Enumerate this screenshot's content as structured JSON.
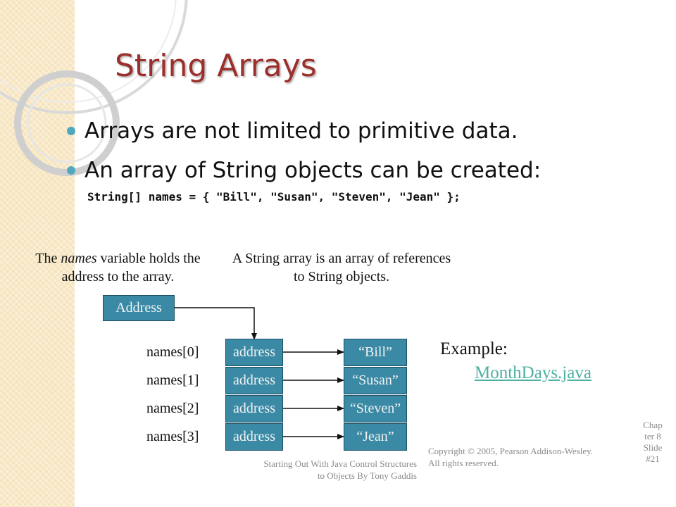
{
  "slide": {
    "title": "String Arrays",
    "bullets": [
      "Arrays are not limited to primitive data.",
      "An array of String objects can be created:"
    ],
    "code": "String[] names = { \"Bill\", \"Susan\", \"Steven\", \"Jean\" };"
  },
  "diagram": {
    "caption_left_pre": "The ",
    "caption_left_em": "names",
    "caption_left_post": " variable holds the address to the array.",
    "caption_right": "A String array is an array of references to String objects.",
    "address_box": "Address",
    "rows": [
      {
        "label": "names[0]",
        "ref": "address",
        "value": "“Bill”"
      },
      {
        "label": "names[1]",
        "ref": "address",
        "value": "“Susan”"
      },
      {
        "label": "names[2]",
        "ref": "address",
        "value": "“Steven”"
      },
      {
        "label": "names[3]",
        "ref": "address",
        "value": "“Jean”"
      }
    ]
  },
  "example": {
    "label": "Example:",
    "link": "MonthDays.java"
  },
  "footer": {
    "book": "Starting Out With Java Control Structures to Objects By Tony Gaddis",
    "copyright": "Copyright © 2005, Pearson Addison-Wesley. All rights reserved.",
    "slide_ref": "Chapter 8 Slide #21"
  },
  "colors": {
    "title": "#9b2f2b",
    "box_fill": "#3a8aa6",
    "bullet": "#50a8bd",
    "link": "#4fb0a4"
  }
}
